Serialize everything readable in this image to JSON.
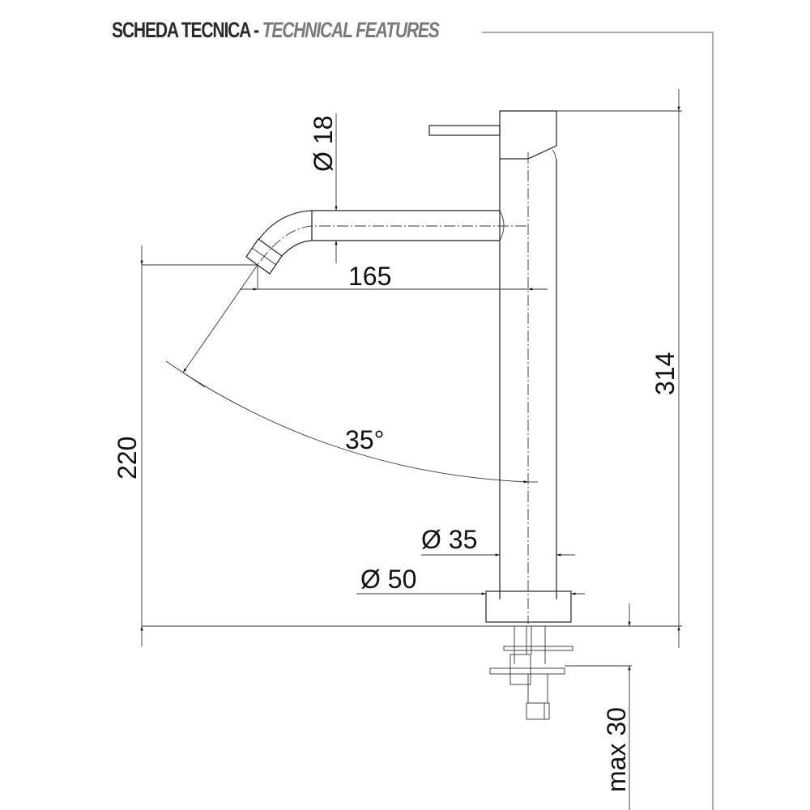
{
  "header": {
    "title_it": "SCHEDA TECNICA -",
    "title_en": "TECHNICAL FEATURES"
  },
  "dimensions": {
    "spout_diameter": "Ø 18",
    "spout_reach": "165",
    "total_height": "314",
    "spout_height": "220",
    "swivel_angle": "35°",
    "body_diameter": "Ø 35",
    "base_diameter": "Ø 50",
    "max_deck_thickness": "max 30"
  }
}
